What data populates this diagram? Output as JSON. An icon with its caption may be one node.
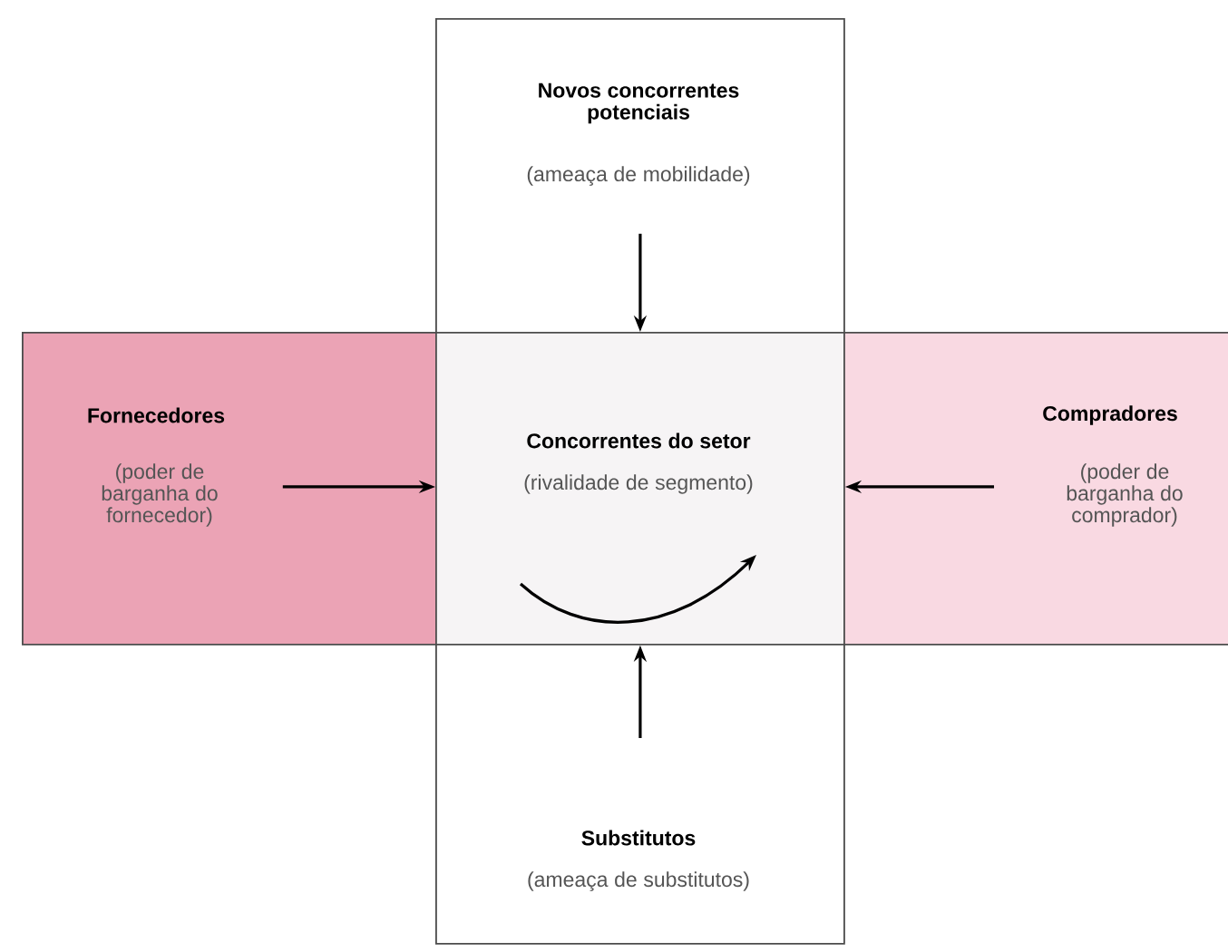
{
  "diagram": {
    "nodes": [
      {
        "text": [
          "Novos concorrentes potenciais",
          "(ameaça de mobilidade)"
        ]
      },
      {
        "text": [
          "Fornecedores",
          "(poder de barganha do fornecedor)"
        ]
      },
      {
        "text": [
          "Concorrentes do setor",
          "(rivalidade de segmento)"
        ]
      },
      {
        "text": [
          "Compradores",
          "(poder de barganha do comprador)"
        ]
      },
      {
        "text": [
          "Substitutos",
          "(ameaça de substitutos)"
        ]
      }
    ],
    "edges": [
      {
        "from": 0,
        "to": 2,
        "arrow": "to"
      },
      {
        "from": 1,
        "to": 2,
        "arrow": "to"
      },
      {
        "from": 3,
        "to": 2,
        "arrow": "to"
      },
      {
        "from": 4,
        "to": 2,
        "arrow": "to"
      }
    ]
  }
}
